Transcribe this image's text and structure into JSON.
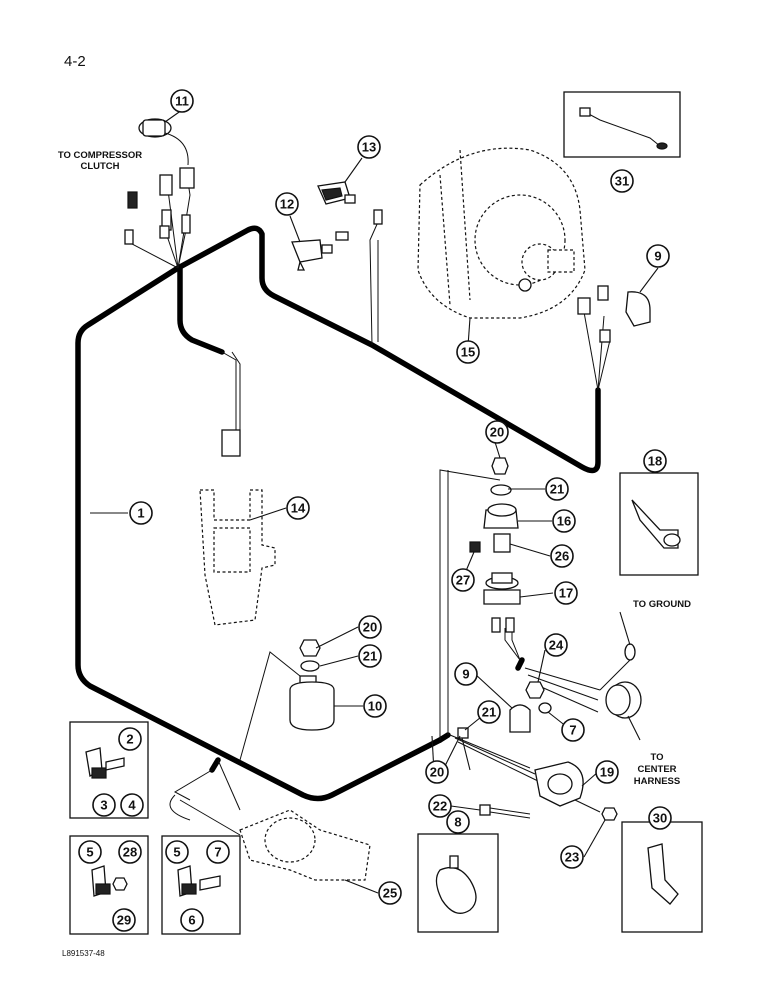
{
  "page": {
    "number": "4-2",
    "figure_code": "L891537-48"
  },
  "labels": {
    "compressor": "TO COMPRESSOR",
    "clutch": "CLUTCH",
    "ground": "TO GROUND",
    "center": "TO",
    "center2": "CENTER",
    "center3": "HARNESS"
  },
  "callouts": {
    "c1": "1",
    "c2": "2",
    "c3": "3",
    "c4": "4",
    "c5a": "5",
    "c5b": "5",
    "c6": "6",
    "c7a": "7",
    "c7b": "7",
    "c8": "8",
    "c9a": "9",
    "c9b": "9",
    "c10": "10",
    "c11": "11",
    "c12": "12",
    "c13": "13",
    "c14": "14",
    "c15": "15",
    "c16": "16",
    "c17": "17",
    "c18": "18",
    "c19": "19",
    "c20a": "20",
    "c20b": "20",
    "c20c": "20",
    "c21a": "21",
    "c21b": "21",
    "c21c": "21",
    "c22": "22",
    "c23": "23",
    "c24": "24",
    "c25": "25",
    "c26": "26",
    "c27": "27",
    "c28": "28",
    "c29": "29",
    "c30": "30",
    "c31": "31"
  }
}
